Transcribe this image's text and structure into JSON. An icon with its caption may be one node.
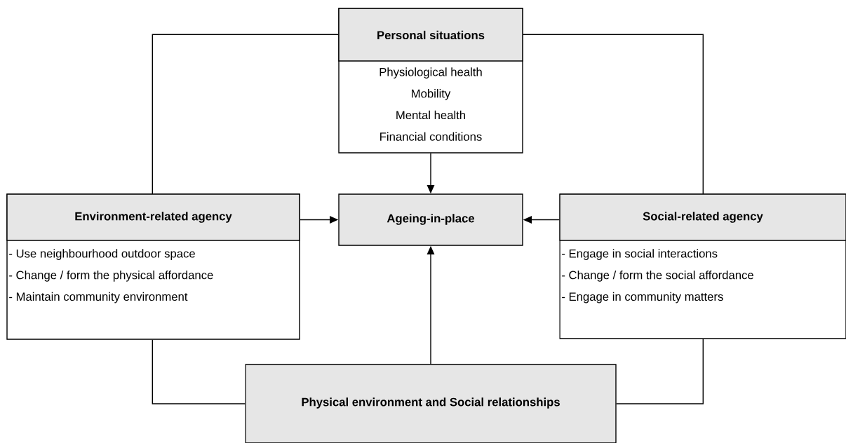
{
  "diagram": {
    "nodes": [
      {
        "text": [
          "Personal situations",
          "Physiological health",
          "Mobility",
          "Mental health",
          "Financial conditions"
        ]
      },
      {
        "text": [
          "Environment-related agency",
          "- Use neighbourhood outdoor space",
          "- Change / form the physical affordance",
          "- Maintain community environment"
        ]
      },
      {
        "text": [
          "Ageing-in-place"
        ]
      },
      {
        "text": [
          "Social-related agency",
          "- Engage in social interactions",
          "- Change / form the social affordance",
          "- Engage in community matters"
        ]
      },
      {
        "text": [
          "Physical environment and Social relationships"
        ]
      }
    ],
    "edges": [
      {
        "from": 0,
        "to": 2,
        "arrow": "to"
      },
      {
        "from": 1,
        "to": 2,
        "arrow": "to"
      },
      {
        "from": 3,
        "to": 2,
        "arrow": "to"
      },
      {
        "from": 4,
        "to": 2,
        "arrow": "to"
      },
      {
        "from": 0,
        "to": 1,
        "arrow": "none"
      },
      {
        "from": 0,
        "to": 3,
        "arrow": "none"
      },
      {
        "from": 1,
        "to": 4,
        "arrow": "none"
      },
      {
        "from": 3,
        "to": 4,
        "arrow": "none"
      }
    ]
  }
}
